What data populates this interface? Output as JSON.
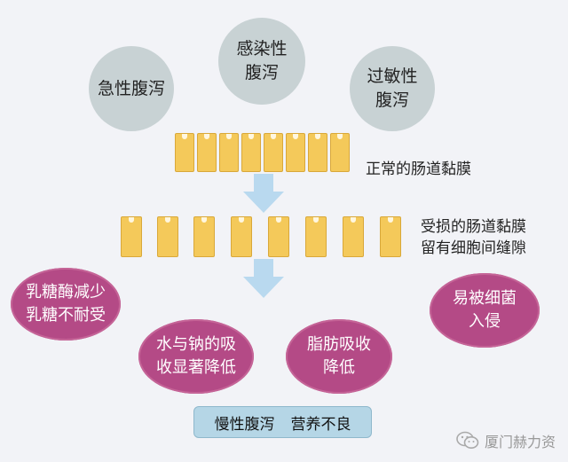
{
  "causes": [
    {
      "lines": [
        "急性腹泻"
      ]
    },
    {
      "lines": [
        "感染性",
        "腹泻"
      ]
    },
    {
      "lines": [
        "过敏性",
        "腹泻"
      ]
    }
  ],
  "normal_label": "正常的肠道黏膜",
  "damaged_label": [
    "受损的肠道黏膜",
    "留有细胞间缝隙"
  ],
  "effects": [
    {
      "lines": [
        "乳糖酶减少",
        "乳糖不耐受"
      ]
    },
    {
      "lines": [
        "水与钠的吸",
        "收显著降低"
      ]
    },
    {
      "lines": [
        "脂肪吸收",
        "降低"
      ]
    },
    {
      "lines": [
        "易被细菌",
        "入侵"
      ]
    }
  ],
  "outcome": [
    "慢性腹泻",
    "营养不良"
  ],
  "watermark": "厦门赫力资",
  "colors": {
    "cause_circle": "#c8d2d4",
    "effect_oval": "#b44a86",
    "cell": "#f4c95a",
    "arrow": "#b9d9ef",
    "outcome_box": "#b5d6e6"
  }
}
